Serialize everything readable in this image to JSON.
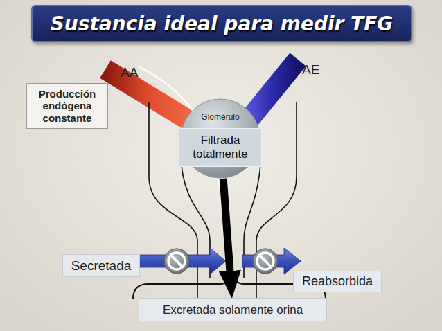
{
  "diagram": {
    "title": "Sustancia ideal para medir TFG",
    "nodes": [
      {
        "text": [
          "Producción endógena constante"
        ]
      },
      {
        "text": [
          "Glomérulo"
        ]
      },
      {
        "text": [
          "Filtrada totalmente"
        ],
        "in": 1
      },
      {
        "text": [
          "Secretada"
        ]
      },
      {
        "text": [
          "Reabsorbida"
        ]
      },
      {
        "text": [
          "Excretada solamente orina"
        ]
      }
    ],
    "edges": [
      {
        "from": 1,
        "to": 5,
        "arrow": "to"
      }
    ],
    "labels": [
      "AA",
      "AE"
    ]
  }
}
